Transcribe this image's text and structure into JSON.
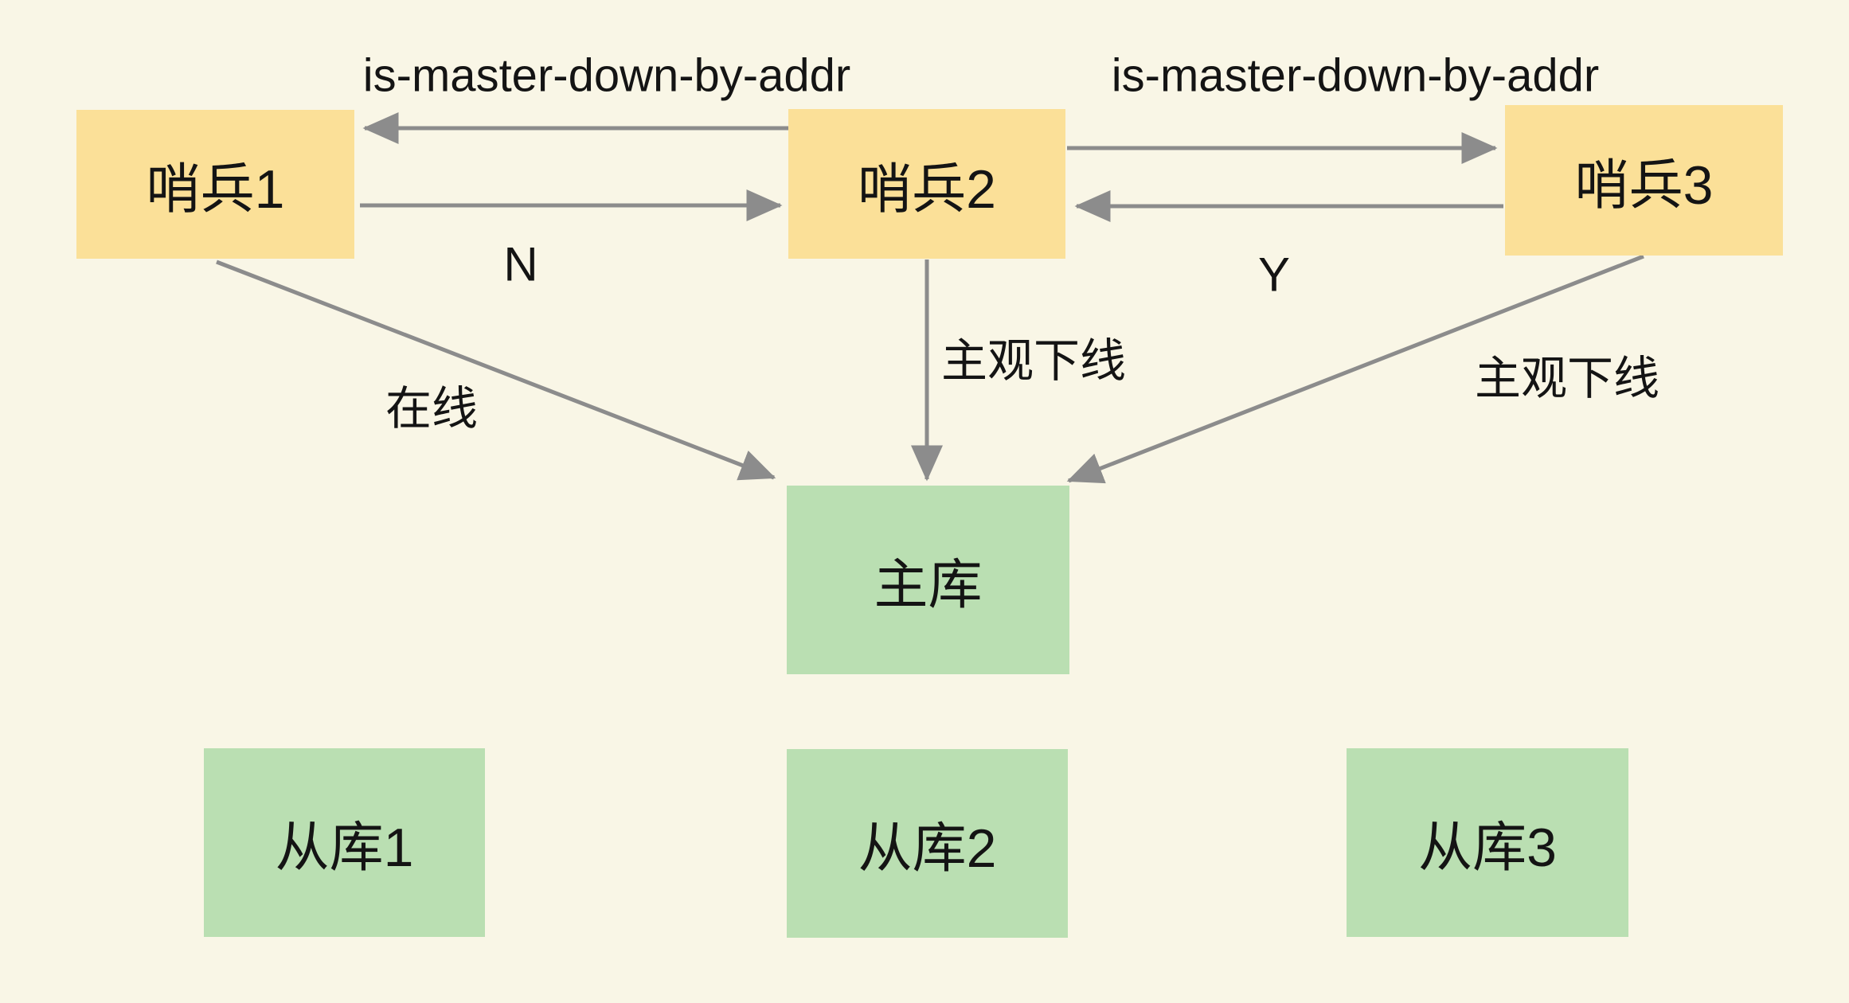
{
  "diagram": {
    "colors": {
      "background": "#F9F6E6",
      "sentinel_fill": "#FBE098",
      "db_fill": "#BADFB2",
      "arrow": "#8C8C8C",
      "text": "#141414"
    },
    "nodes": {
      "sentinel1": {
        "label": "哨兵1"
      },
      "sentinel2": {
        "label": "哨兵2"
      },
      "sentinel3": {
        "label": "哨兵3"
      },
      "master": {
        "label": "主库"
      },
      "slave1": {
        "label": "从库1"
      },
      "slave2": {
        "label": "从库2"
      },
      "slave3": {
        "label": "从库3"
      }
    },
    "edge_labels": {
      "imdba_left": "is-master-down-by-addr",
      "imdba_right": "is-master-down-by-addr",
      "n": "N",
      "y": "Y",
      "online": "在线",
      "sdown_mid": "主观下线",
      "sdown_right": "主观下线"
    }
  }
}
